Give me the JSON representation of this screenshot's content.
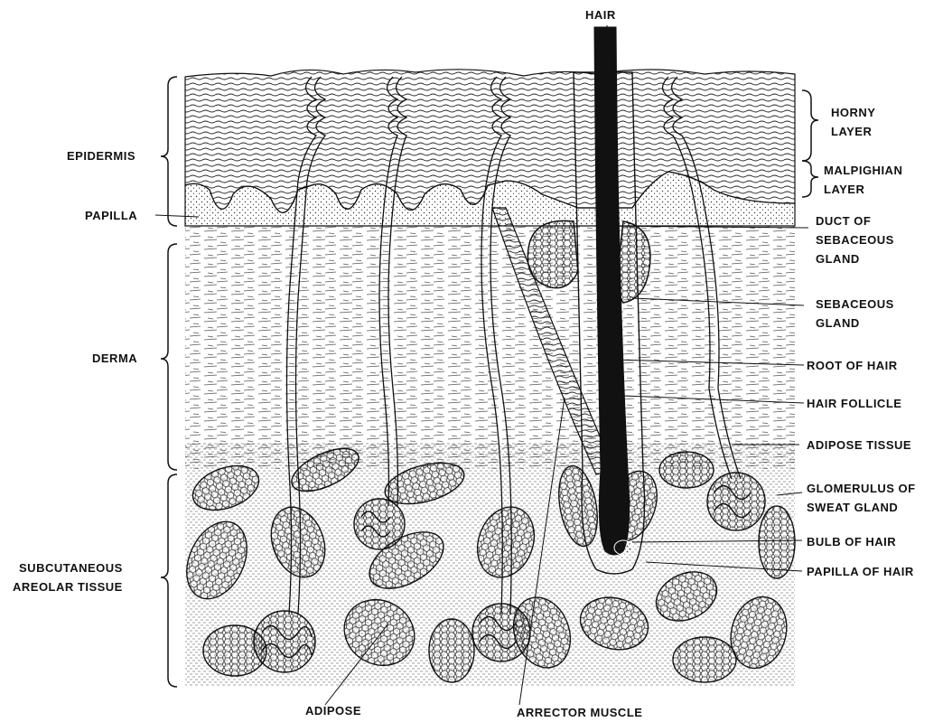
{
  "labels": {
    "hair": "HAIR",
    "horny_layer": [
      "HORNY",
      "LAYER"
    ],
    "epidermis": "EPIDERMIS",
    "malpighian_layer": [
      "MALPIGHIAN",
      "LAYER"
    ],
    "papilla": "PAPILLA",
    "duct_sebaceous": [
      "DUCT OF",
      "SEBACEOUS",
      "GLAND"
    ],
    "sebaceous_gland": [
      "SEBACEOUS",
      "GLAND"
    ],
    "derma": "DERMA",
    "root_of_hair": "ROOT OF HAIR",
    "hair_follicle": "HAIR FOLLICLE",
    "adipose_tissue": "ADIPOSE TISSUE",
    "glomerulus": [
      "GLOMERULUS OF",
      "SWEAT GLAND"
    ],
    "subcutaneous": [
      "SUBCUTANEOUS",
      "AREOLAR TISSUE"
    ],
    "bulb_of_hair": "BULB OF HAIR",
    "papilla_of_hair": "PAPILLA OF HAIR",
    "adipose": "ADIPOSE",
    "arrector_muscle": "ARRECTOR MUSCLE"
  },
  "colors": {
    "ink": "#111111",
    "paper": "#ffffff",
    "stipple": "#444444"
  }
}
